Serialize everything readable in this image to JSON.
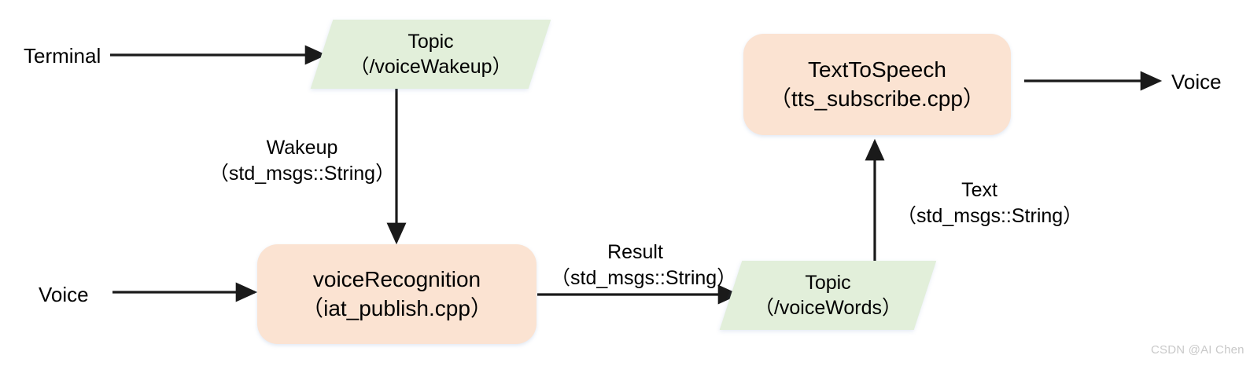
{
  "diagram": {
    "title": "ROS voice interaction node/topic flow",
    "colors": {
      "node_fill": "#fbe3d2",
      "topic_fill": "#e2efda",
      "edge_stroke": "#1a1a1a",
      "text": "#000000",
      "watermark": "#c9c9c9"
    },
    "nodes": [
      {
        "id": "voiceRecognition",
        "shape": "rounded-rectangle",
        "line1": "voiceRecognition",
        "line2": "（iat_publish.cpp）"
      },
      {
        "id": "TextToSpeech",
        "shape": "rounded-rectangle",
        "line1": "TextToSpeech",
        "line2": "（tts_subscribe.cpp）"
      }
    ],
    "topics": [
      {
        "id": "voiceWakeup",
        "shape": "parallelogram",
        "line1": "Topic",
        "line2": "（/voiceWakeup）"
      },
      {
        "id": "voiceWords",
        "shape": "parallelogram",
        "line1": "Topic",
        "line2": "（/voiceWords）"
      }
    ],
    "endpoints": [
      {
        "id": "terminal",
        "label": "Terminal"
      },
      {
        "id": "voice-in",
        "label": "Voice"
      },
      {
        "id": "voice-out",
        "label": "Voice"
      }
    ],
    "edge_labels": [
      {
        "id": "wakeup",
        "line1": "Wakeup",
        "line2": "（std_msgs::String）"
      },
      {
        "id": "result",
        "line1": "Result",
        "line2": "（std_msgs::String）"
      },
      {
        "id": "text",
        "line1": "Text",
        "line2": "（std_msgs::String）"
      }
    ],
    "watermark": "CSDN @AI Chen"
  }
}
